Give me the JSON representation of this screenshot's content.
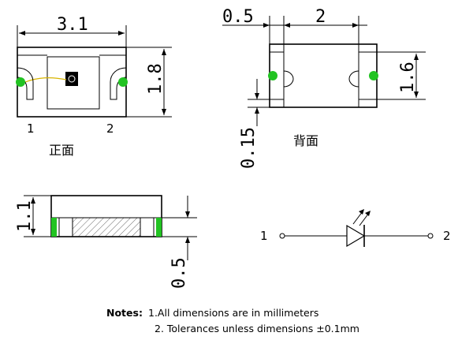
{
  "front_view": {
    "width_dim": "3.1",
    "height_dim": "1.8",
    "pin_left": "1",
    "pin_right": "2",
    "caption": "正面"
  },
  "back_view": {
    "pad_dim": "0.5",
    "span_dim": "2",
    "height_dim": "1.6",
    "gap_dim": "0.15",
    "caption": "背面"
  },
  "side_view": {
    "height_dim": "1.1",
    "pad_dim": "0.5"
  },
  "symbol": {
    "pin_left": "1",
    "pin_right": "2"
  },
  "notes": {
    "label": "Notes:",
    "line1": "1.All dimensions are in millimeters",
    "line2": "2. Tolerances unless dimensions ±0.1mm"
  },
  "colors": {
    "pad_green": "#22c322",
    "wire": "#d8b400"
  }
}
